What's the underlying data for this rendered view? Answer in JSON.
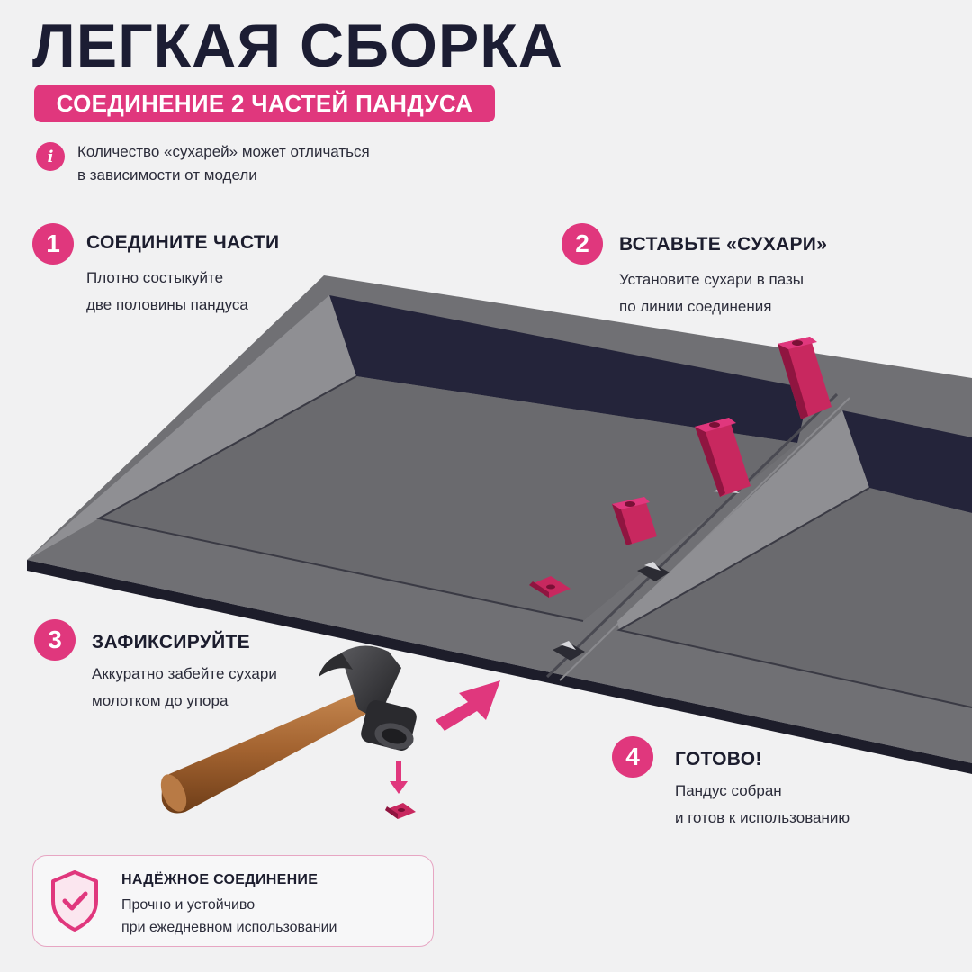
{
  "header": {
    "title": "ЛЕГКАЯ СБОРКА",
    "subtitle": "СОЕДИНЕНИЕ 2 ЧАСТЕЙ ПАНДУСА"
  },
  "info": {
    "icon": "info-icon",
    "glyph": "i",
    "text": "Количество «сухарей» может отличаться\nв зависимости от модели"
  },
  "steps": [
    {
      "number": "1",
      "title": "СОЕДИНИТЕ ЧАСТИ",
      "description": "Плотно состыкуйте\nдве половины пандуса"
    },
    {
      "number": "2",
      "title": "ВСТАВЬТЕ «СУХАРИ»",
      "description": "Установите сухари в пазы\nпо линии соединения"
    },
    {
      "number": "3",
      "title": "ЗАФИКСИРУЙТЕ",
      "description": "Аккуратно забейте сухари\nмолотком до упора"
    },
    {
      "number": "4",
      "title": "ГОТОВО!",
      "description": "Пандус собран\nи готов к использованию"
    }
  ],
  "reliable": {
    "icon": "shield-check-icon",
    "title": "НАДЁЖНОЕ СОЕДИНЕНИЕ",
    "text": "Прочно и устойчиво\nпри ежедневном использовании"
  },
  "colors": {
    "accent": "#e0377d",
    "title": "#1c1d33",
    "ramp_top": "#6f6f73",
    "ramp_edge": "#1d1d2a",
    "wedge": "#c8285f",
    "background": "#f1f1f2"
  }
}
